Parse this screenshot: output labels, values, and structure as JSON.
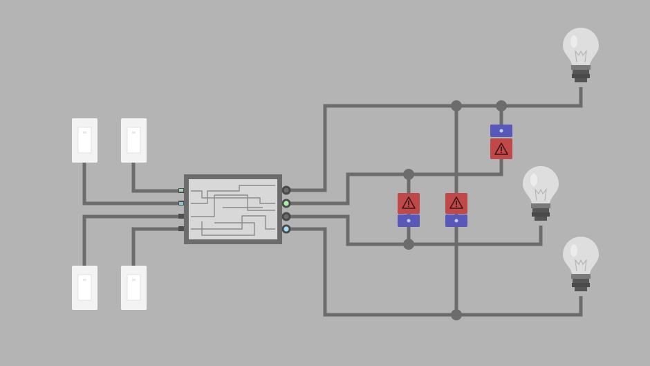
{
  "puzzle": {
    "switches": [
      {
        "id": "switch-top-left",
        "state": "off"
      },
      {
        "id": "switch-top-right",
        "state": "off"
      },
      {
        "id": "switch-bottom-left",
        "state": "off"
      },
      {
        "id": "switch-bottom-right",
        "state": "off"
      }
    ],
    "logic_box": {
      "input_leds": [
        "#9fd5b0",
        "#8fc2d8"
      ],
      "output_leds": [
        "#6c6c6c",
        "#a8f0a8",
        "#6c6c6c",
        "#a6dff5"
      ]
    },
    "fuses": [
      {
        "id": "fuse-upper-right",
        "warning": true
      },
      {
        "id": "fuse-middle-left",
        "warning": true
      },
      {
        "id": "fuse-middle-right",
        "warning": true
      }
    ],
    "bulbs": [
      {
        "id": "bulb-top",
        "lit": false
      },
      {
        "id": "bulb-middle",
        "lit": false
      },
      {
        "id": "bulb-bottom",
        "lit": false
      }
    ],
    "colors": {
      "background": "#b4b4b4",
      "wire": "#6c6c6c",
      "fuse_warning_red": "#c04848",
      "fuse_blue": "#5858b8",
      "bulb_glass": "#dedede",
      "bulb_base": "#555555"
    }
  }
}
